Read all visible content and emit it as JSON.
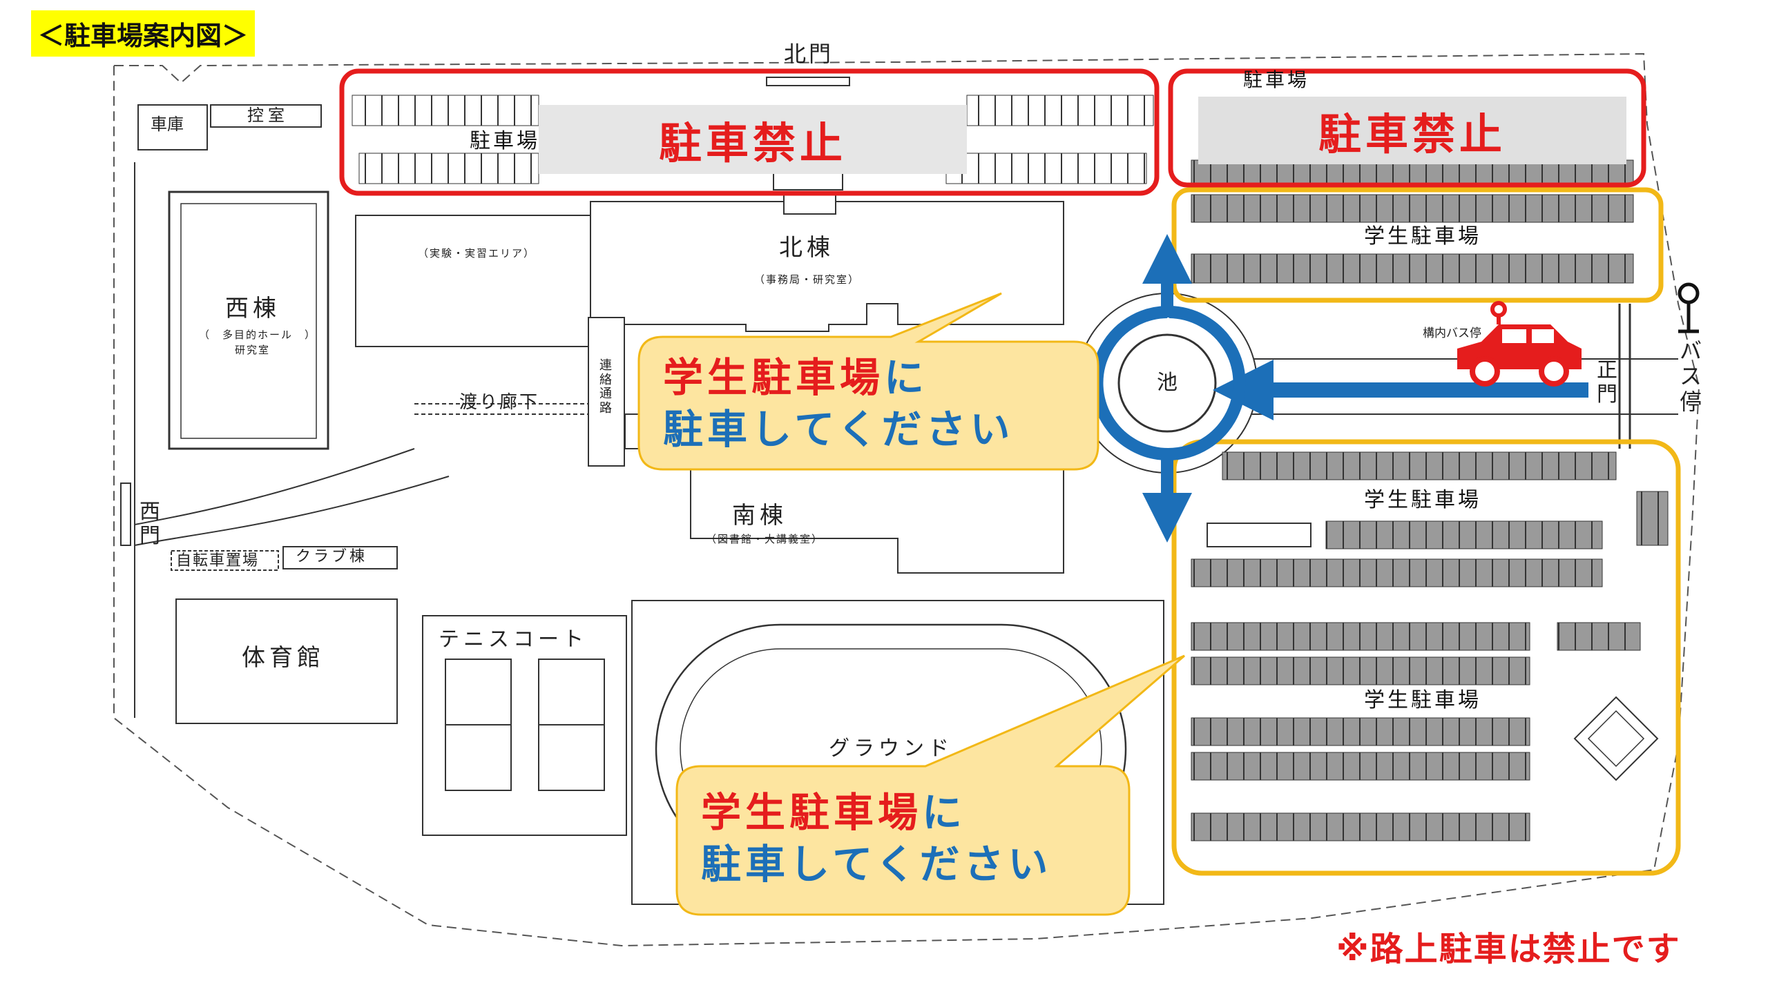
{
  "title": "＜駐車場案内図＞",
  "gates": {
    "north": "北門",
    "west": "西門",
    "main": "正門"
  },
  "buildings": {
    "garage": "車庫",
    "control_room": "控室",
    "west_building": {
      "name": "西棟",
      "sub": "（　多目的ホール　）",
      "sub2": "研究室"
    },
    "north_building": {
      "name": "北棟",
      "sub": "（事務局・研究室）"
    },
    "lab_area": "（実験・実習エリア）",
    "south_building": {
      "name": "南棟",
      "sub": "（図書館・大講義室）"
    },
    "connector": "連絡通路",
    "corridor": "渡り廊下",
    "bicycle": "自転車置場",
    "club": "クラブ棟",
    "gym": "体育館",
    "tennis": "テニスコート",
    "ground": "グラウンド",
    "pond": "池"
  },
  "parking": {
    "north_lot": "駐車場",
    "ne_lot": "駐車場",
    "student_lot_top": "学生駐車場",
    "student_lot_mid": "学生駐車場",
    "student_lot_low": "学生駐車場"
  },
  "bus": {
    "campus_stop": "構内バス停",
    "bus_stop": "バス停"
  },
  "no_parking": {
    "left": "駐車禁止",
    "right": "駐車禁止"
  },
  "bubbles": {
    "upper": {
      "line1_red": "学生駐車場",
      "line1_blue": "に",
      "line2": "駐車してください"
    },
    "lower": {
      "line1_red": "学生駐車場",
      "line1_blue": "に",
      "line2": "駐車してください"
    }
  },
  "note": "※路上駐車は禁止です",
  "colors": {
    "no_parking_frame": "#e51d1d",
    "student_frame": "#f2b817",
    "bubble_fill": "#fde5a0",
    "arrow": "#1c6fb8",
    "car": "#e51d1d"
  }
}
